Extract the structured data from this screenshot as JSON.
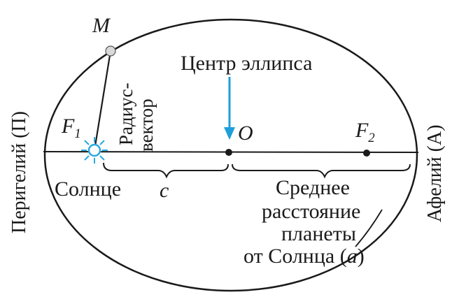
{
  "labels": {
    "point_m": "M",
    "center_ellipse": "Центр эллипса",
    "center_o": "O",
    "focus_f1": "F",
    "focus_f1_sub": "1",
    "focus_f2": "F",
    "focus_f2_sub": "2",
    "radius_vector_1": "Радиус-",
    "radius_vector_2": "вектор",
    "perihelion": "Перигелий (П)",
    "aphelion": "Афелий (А)",
    "sun": "Солнце",
    "c": "c",
    "mean_1": "Среднее",
    "mean_2": "расстояние",
    "mean_3": "планеты",
    "mean_4_prefix": "от Солнца (",
    "mean_4_a": "a",
    "mean_4_suffix": ")"
  },
  "colors": {
    "ink": "#1a1a1a",
    "arrow": "#1e9fd8",
    "sun": "#29a9e0"
  }
}
